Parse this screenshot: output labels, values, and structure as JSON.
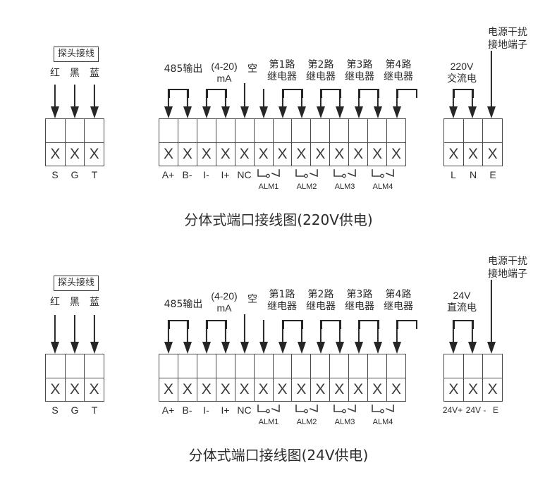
{
  "diagrams": [
    {
      "id": "panel-220",
      "caption": "分体式端口接线图(220V供电)",
      "probe": {
        "box_label": "探头接线",
        "wire_colors": [
          "红",
          "黑",
          "蓝"
        ],
        "terminals": [
          "S",
          "G",
          "T"
        ],
        "cell_mark": "X"
      },
      "main": {
        "group_labels": [
          {
            "text": "485输出",
            "lines": [
              "485输出"
            ]
          },
          {
            "text": "(4-20) mA",
            "lines": [
              "(4-20)",
              "mA"
            ]
          },
          {
            "text": "空",
            "lines": [
              "空"
            ]
          },
          {
            "text": "第1路继电器",
            "lines": [
              "第1路",
              "继电器"
            ]
          },
          {
            "text": "第2路继电器",
            "lines": [
              "第2路",
              "继电器"
            ]
          },
          {
            "text": "第3路继电器",
            "lines": [
              "第3路",
              "继电器"
            ]
          },
          {
            "text": "第4路继电器",
            "lines": [
              "第4路",
              "继电器"
            ]
          }
        ],
        "terminals": [
          "A+",
          "B-",
          "I-",
          "I+",
          "NC",
          "",
          "",
          "",
          "",
          "",
          "",
          "",
          ""
        ],
        "relay_labels": [
          "ALM1",
          "ALM2",
          "ALM3",
          "ALM4"
        ],
        "cell_count": 13,
        "cell_mark": "X"
      },
      "power": {
        "ground_label": [
          "电源干扰",
          "接地端子"
        ],
        "supply_label": [
          "220V",
          "交流电"
        ],
        "terminals": [
          "L",
          "N",
          "E"
        ],
        "cell_mark": "X"
      }
    },
    {
      "id": "panel-24",
      "caption": "分体式端口接线图(24V供电)",
      "probe": {
        "box_label": "探头接线",
        "wire_colors": [
          "红",
          "黑",
          "蓝"
        ],
        "terminals": [
          "S",
          "G",
          "T"
        ],
        "cell_mark": "X"
      },
      "main": {
        "group_labels": [
          {
            "text": "485输出",
            "lines": [
              "485输出"
            ]
          },
          {
            "text": "(4-20) mA",
            "lines": [
              "(4-20)",
              "mA"
            ]
          },
          {
            "text": "空",
            "lines": [
              "空"
            ]
          },
          {
            "text": "第1路继电器",
            "lines": [
              "第1路",
              "继电器"
            ]
          },
          {
            "text": "第2路继电器",
            "lines": [
              "第2路",
              "继电器"
            ]
          },
          {
            "text": "第3路继电器",
            "lines": [
              "第3路",
              "继电器"
            ]
          },
          {
            "text": "第4路继电器",
            "lines": [
              "第4路",
              "继电器"
            ]
          }
        ],
        "terminals": [
          "A+",
          "B-",
          "I-",
          "I+",
          "NC",
          "",
          "",
          "",
          "",
          "",
          "",
          "",
          ""
        ],
        "relay_labels": [
          "ALM1",
          "ALM2",
          "ALM3",
          "ALM4"
        ],
        "cell_count": 13,
        "cell_mark": "X"
      },
      "power": {
        "ground_label": [
          "电源干扰",
          "接地端子"
        ],
        "supply_label": [
          "24V",
          "直流电"
        ],
        "terminals": [
          "24V+",
          "24V -",
          "E"
        ],
        "cell_mark": "X"
      }
    }
  ],
  "colors": {
    "line": "#4a4a4a",
    "arrow": "#262626",
    "text": "#2b2b2b",
    "background": "#ffffff"
  }
}
